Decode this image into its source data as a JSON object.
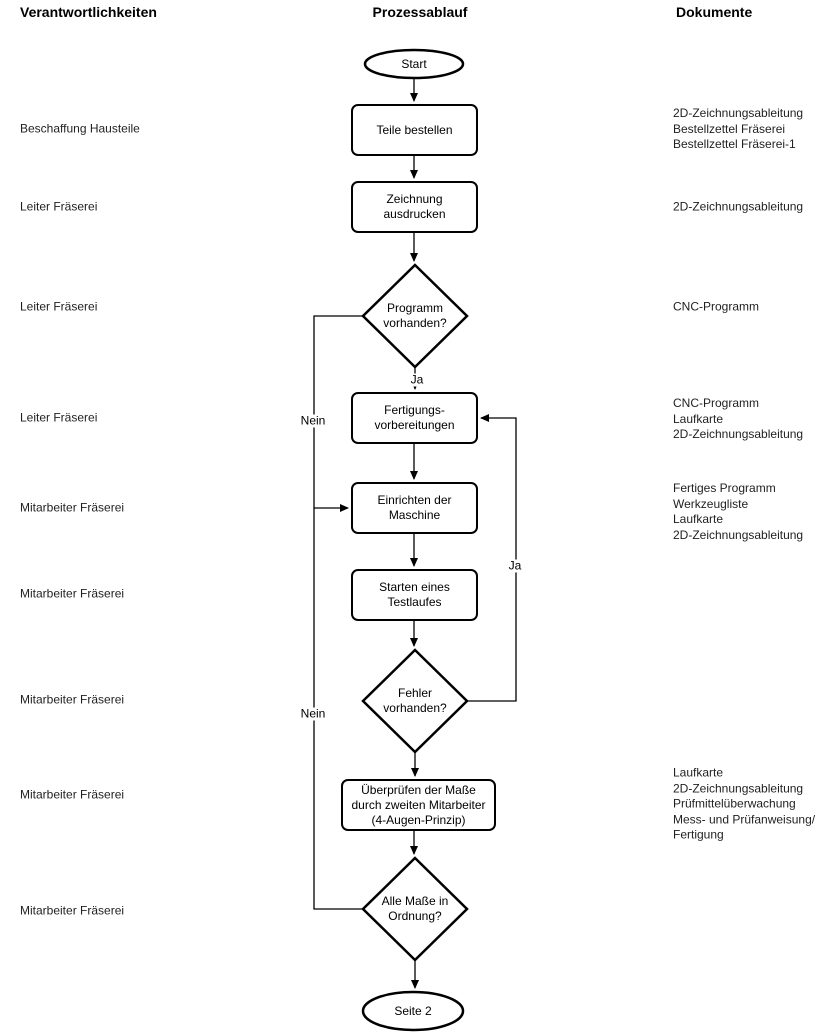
{
  "headers": {
    "responsibilities": "Verantwortlichkeiten",
    "process": "Prozessablauf",
    "documents": "Dokumente"
  },
  "nodes": {
    "start": "Start",
    "order_parts": "Teile bestellen",
    "print_drawing": "Zeichnung\nausdrucken",
    "program_available": "Programm\nvorhanden?",
    "production_prep": "Fertigungs-\nvorbereitungen",
    "machine_setup": "Einrichten der\nMaschine",
    "test_run": "Starten eines\nTestlaufes",
    "errors_found": "Fehler\nvorhanden?",
    "dimension_check": "Überprüfen der Maße\ndurch zweiten Mitarbeiter\n(4-Augen-Prinzip)",
    "dimensions_ok": "Alle Maße in\nOrdnung?",
    "end": "Seite 2"
  },
  "edge_labels": {
    "program_yes": "Ja",
    "program_no": "Nein",
    "errors_yes": "Ja",
    "dimensions_no": "Nein"
  },
  "responsibilities": [
    {
      "label": "Beschaffung Hausteile"
    },
    {
      "label": "Leiter Fräserei"
    },
    {
      "label": "Leiter Fräserei"
    },
    {
      "label": "Leiter Fräserei"
    },
    {
      "label": "Mitarbeiter Fräserei"
    },
    {
      "label": "Mitarbeiter Fräserei"
    },
    {
      "label": "Mitarbeiter Fräserei"
    },
    {
      "label": "Mitarbeiter Fräserei"
    },
    {
      "label": "Mitarbeiter Fräserei"
    }
  ],
  "documents": [
    {
      "text": "2D-Zeichnungsableitung\nBestellzettel Fräserei\nBestellzettel Fräserei-1"
    },
    {
      "text": "2D-Zeichnungsableitung"
    },
    {
      "text": "CNC-Programm"
    },
    {
      "text": "CNC-Programm\nLaufkarte\n2D-Zeichnungsableitung"
    },
    {
      "text": "Fertiges Programm\nWerkzeugliste\nLaufkarte\n2D-Zeichnungsableitung"
    },
    {
      "text": "Laufkarte\n2D-Zeichnungsableitung\nPrüfmittelüberwachung\nMess- und Prüfanweisung/\nFertigung"
    }
  ],
  "colors": {
    "stroke": "#000000",
    "fill": "#ffffff",
    "text": "#000000"
  }
}
